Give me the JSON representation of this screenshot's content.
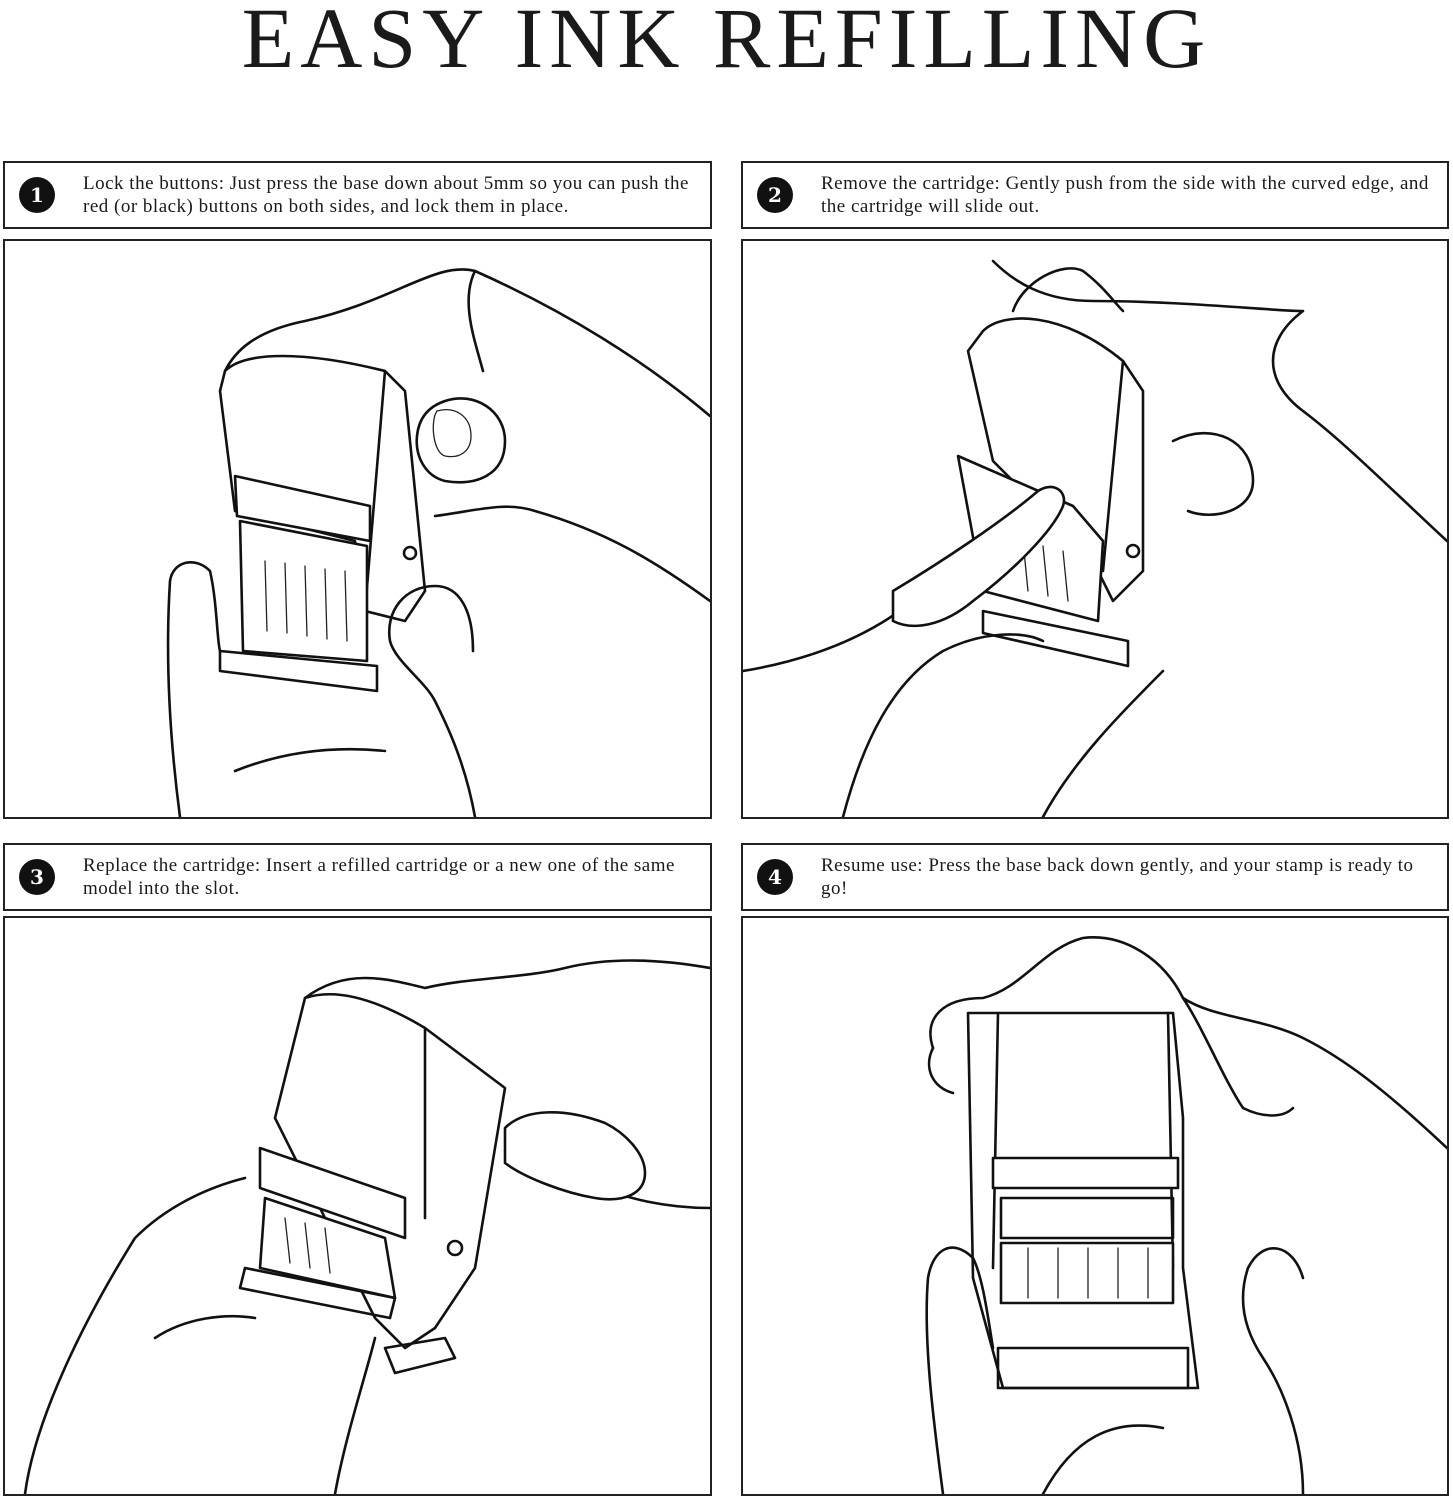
{
  "title": "EASY INK REFILLING",
  "steps": [
    {
      "number": "1",
      "text": "Lock the buttons: Just press the base down about 5mm so you can push the red (or black) buttons on both sides, and lock them in place."
    },
    {
      "number": "2",
      "text": "Remove the cartridge: Gently push from the side with the curved edge, and the cartridge will slide out."
    },
    {
      "number": "3",
      "text": "Replace the cartridge: Insert a refilled cartridge or a new one of the same model into the slot."
    },
    {
      "number": "4",
      "text": "Resume use: Press the base back down gently, and your stamp is ready to go!"
    }
  ],
  "colors": {
    "ink": "#111111",
    "background": "#ffffff"
  }
}
